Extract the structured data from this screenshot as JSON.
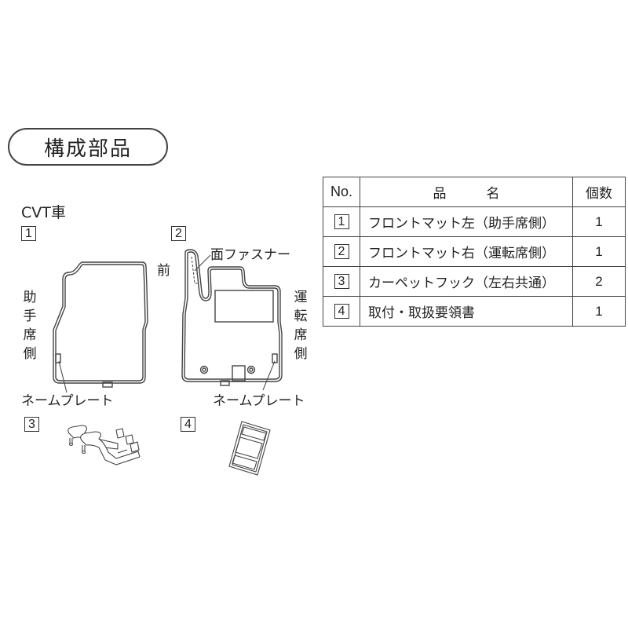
{
  "section_title": "構成部品",
  "diagram": {
    "variant_label": "CVT車",
    "items": [
      {
        "number": "1",
        "side_label_chars": [
          "助",
          "手",
          "席",
          "側"
        ],
        "callout": "ネームプレート"
      },
      {
        "number": "2",
        "side_label_chars": [
          "運",
          "転",
          "席",
          "側"
        ],
        "callout": "ネームプレート",
        "fastener_label": "面ファスナー",
        "front_label": "前"
      },
      {
        "number": "3"
      },
      {
        "number": "4"
      }
    ]
  },
  "parts_table": {
    "headers": {
      "no": "No.",
      "name": "品　　　名",
      "count": "個数"
    },
    "rows": [
      {
        "no": "1",
        "name": "フロントマット左（助手席側）",
        "count": "1"
      },
      {
        "no": "2",
        "name": "フロントマット右（運転席側）",
        "count": "1"
      },
      {
        "no": "3",
        "name": "カーペットフック（左右共通）",
        "count": "2"
      },
      {
        "no": "4",
        "name": "取付・取扱要領書",
        "count": "1"
      }
    ]
  },
  "colors": {
    "line": "#444444",
    "text": "#222222",
    "background": "#ffffff"
  }
}
